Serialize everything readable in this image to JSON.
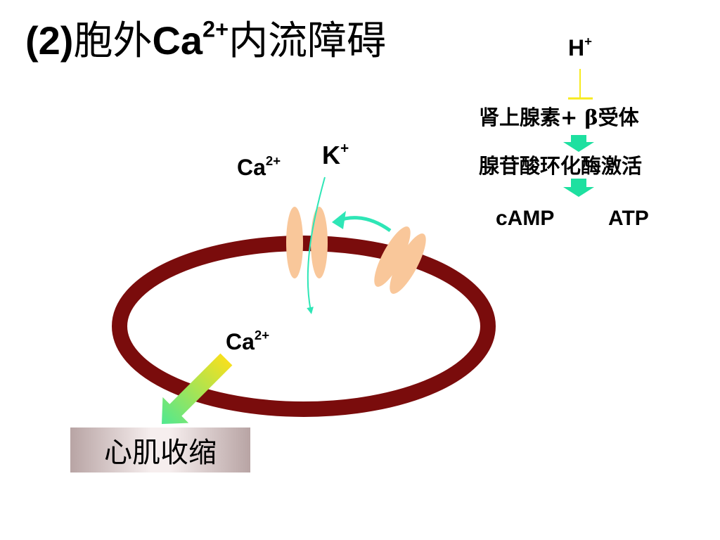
{
  "title": {
    "prefix": "(2)",
    "cn1": "胞外",
    "ion": "Ca",
    "charge": "2+",
    "cn2": "内流障碍"
  },
  "labels": {
    "ca_top": {
      "ion": "Ca",
      "charge": "2+"
    },
    "k": {
      "ion": "K",
      "charge": "+"
    },
    "ca_inside": {
      "ion": "Ca",
      "charge": "2+"
    },
    "h": {
      "ion": "H",
      "charge": "+"
    }
  },
  "pathway": {
    "step1_part1": "肾上腺素+ ",
    "step1_beta": "β",
    "step1_part2": "受体",
    "step2": "腺苷酸环化酶激活",
    "camp": "cAMP",
    "atp": "ATP"
  },
  "result_box": "心肌收缩",
  "colors": {
    "membrane": "#7a0c0c",
    "channel": "#f9c79a",
    "flow_arrow": "#2ee6b6",
    "inhibit": "#f7ea1e",
    "pathway_arrow": "#1ee0a0",
    "gradient_start": "#f7e01e",
    "gradient_end": "#50e890"
  }
}
